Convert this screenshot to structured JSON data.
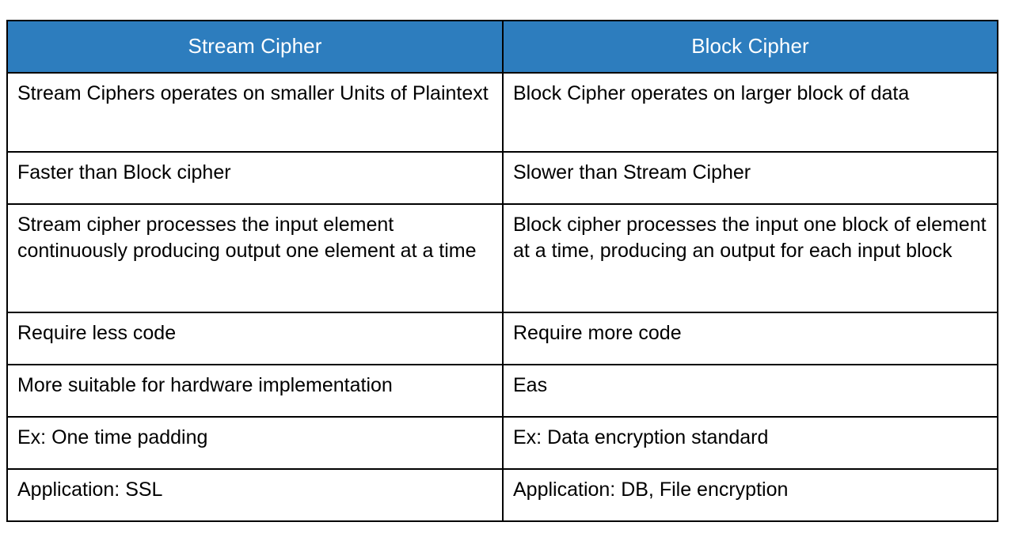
{
  "table": {
    "headers": [
      {
        "label": "Stream Cipher"
      },
      {
        "label": "Block Cipher"
      }
    ],
    "accent_color": "#2d7dbe",
    "header_text_color": "#ffffff",
    "border_color": "#000000",
    "body_text_color": "#000000",
    "background_color": "#ffffff",
    "rows": [
      {
        "left": "Stream Ciphers operates on smaller Units of Plaintext",
        "right": "Block Cipher operates on larger block of data"
      },
      {
        "left": "Faster than Block cipher",
        "right": "Slower than Stream Cipher"
      },
      {
        "left": "Stream cipher processes the input element continuously producing output one element at a time",
        "right": "Block cipher processes the input one block of element at a time, producing an output for each input block"
      },
      {
        "left": "Require less code",
        "right": "Require more code"
      },
      {
        "left": "More suitable for hardware implementation",
        "right": "Eas"
      },
      {
        "left": "Ex: One time padding",
        "right": "Ex: Data encryption standard"
      },
      {
        "left": "Application: SSL",
        "right": "Application: DB, File encryption"
      }
    ]
  }
}
